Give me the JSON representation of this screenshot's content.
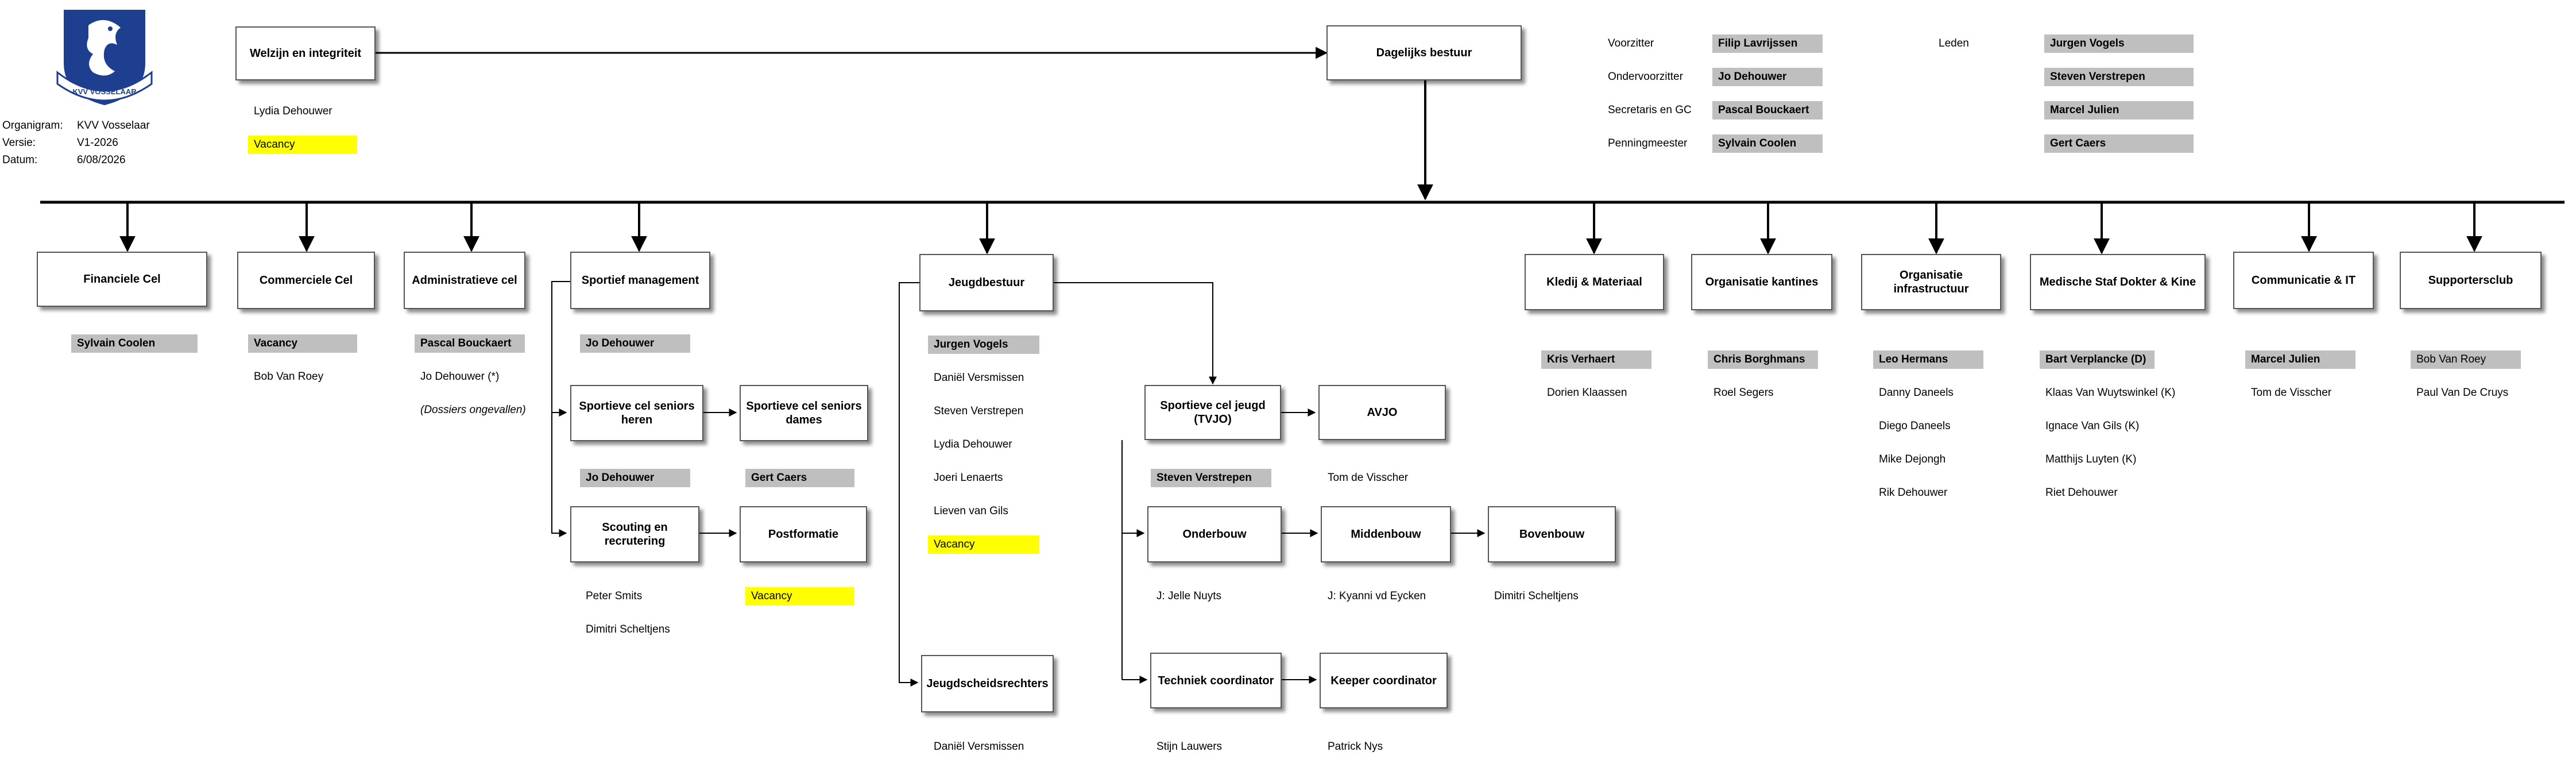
{
  "meta": [
    {
      "label": "Organigram:",
      "value": "KVV Vosselaar"
    },
    {
      "label": "Versie:",
      "value": "V1-2026"
    },
    {
      "label": "Datum:",
      "value": "6/08/2026"
    }
  ],
  "logo_text": "KVV VOSSELAAR",
  "boxes": {
    "welzijn": "Welzijn en integriteit",
    "dagelijks": "Dagelijks bestuur",
    "financiele": "Financiele Cel",
    "commerciele": "Commerciele Cel",
    "administratieve": "Administratieve cel",
    "sportief": "Sportief management",
    "jeugdbestuur": "Jeugdbestuur",
    "kledij": "Kledij & Materiaal",
    "kantines": "Organisatie kantines",
    "infrastructuur": "Organisatie infrastructuur",
    "medische": "Medische Staf Dokter & Kine",
    "communicatie": "Communicatie & IT",
    "supportersclub": "Supportersclub",
    "seniors_heren": "Sportieve  cel seniors heren",
    "seniors_dames": "Sportieve cel seniors dames",
    "scouting": "Scouting en recrutering",
    "postformatie": "Postformatie",
    "tvjo": "Sportieve cel jeugd (TVJO)",
    "avjo": "AVJO",
    "onderbouw": "Onderbouw",
    "middenbouw": "Middenbouw",
    "bovenbouw": "Bovenbouw",
    "techniek": "Techniek coordinator",
    "keeper": "Keeper coordinator",
    "jeugdscheidsrechters": "Jeugdscheidsrechters"
  },
  "welzijn_people": [
    "Lydia Dehouwer",
    "Vacancy"
  ],
  "board": {
    "roles": [
      {
        "role": "Voorzitter",
        "name": "Filip Lavrijssen"
      },
      {
        "role": "Ondervoorzitter",
        "name": "Jo Dehouwer"
      },
      {
        "role": "Secretaris en GC",
        "name": "Pascal Bouckaert"
      },
      {
        "role": "Penningmeester",
        "name": "Sylvain Coolen"
      }
    ],
    "leden_label": "Leden",
    "leden": [
      "Jurgen Vogels",
      "Steven Verstrepen",
      "Marcel Julien",
      "Gert Caers"
    ]
  },
  "people": {
    "financiele": [
      "Sylvain Coolen"
    ],
    "commerciele": [
      "Vacancy",
      "Bob Van Roey"
    ],
    "administratieve": [
      "Pascal Bouckaert",
      "Jo Dehouwer (*)",
      "(Dossiers ongevallen)"
    ],
    "sportief": [
      "Jo Dehouwer"
    ],
    "seniors_heren": [
      "Jo Dehouwer"
    ],
    "seniors_dames": [
      "Gert Caers"
    ],
    "scouting": [
      "Peter Smits",
      "Dimitri Scheltjens"
    ],
    "postformatie": [
      "Vacancy"
    ],
    "jeugdbestuur": [
      "Jurgen Vogels",
      "Daniël Versmissen",
      "Steven Verstrepen",
      "Lydia Dehouwer",
      "Joeri Lenaerts",
      "Lieven van Gils",
      "Vacancy"
    ],
    "jeugdscheidsrechters": [
      "Daniël Versmissen"
    ],
    "tvjo": [
      "Steven Verstrepen"
    ],
    "avjo": [
      "Tom de Visscher"
    ],
    "onderbouw": [
      "J: Jelle Nuyts"
    ],
    "middenbouw": [
      "J: Kyanni vd Eycken"
    ],
    "bovenbouw": [
      "Dimitri Scheltjens"
    ],
    "techniek": [
      "Stijn Lauwers"
    ],
    "keeper": [
      "Patrick Nys"
    ],
    "kledij": [
      "Kris Verhaert",
      "Dorien Klaassen"
    ],
    "kantines": [
      "Chris Borghmans",
      "Roel Segers"
    ],
    "infrastructuur": [
      "Leo Hermans",
      "Danny Daneels",
      "Diego Daneels",
      "Mike Dejongh",
      "Rik Dehouwer"
    ],
    "medische": [
      "Bart Verplancke (D)",
      "Klaas Van Wuytswinkel (K)",
      "Ignace Van Gils (K)",
      "Matthijs Luyten (K)",
      "Riet Dehouwer"
    ],
    "communicatie": [
      "Marcel Julien",
      "Tom de Visscher"
    ],
    "supportersclub": [
      "Bob Van Roey",
      "Paul Van De Cruys"
    ]
  },
  "colors": {
    "highlight": "#bfbfbf",
    "vacancy": "#ffff00",
    "line": "#000000"
  }
}
